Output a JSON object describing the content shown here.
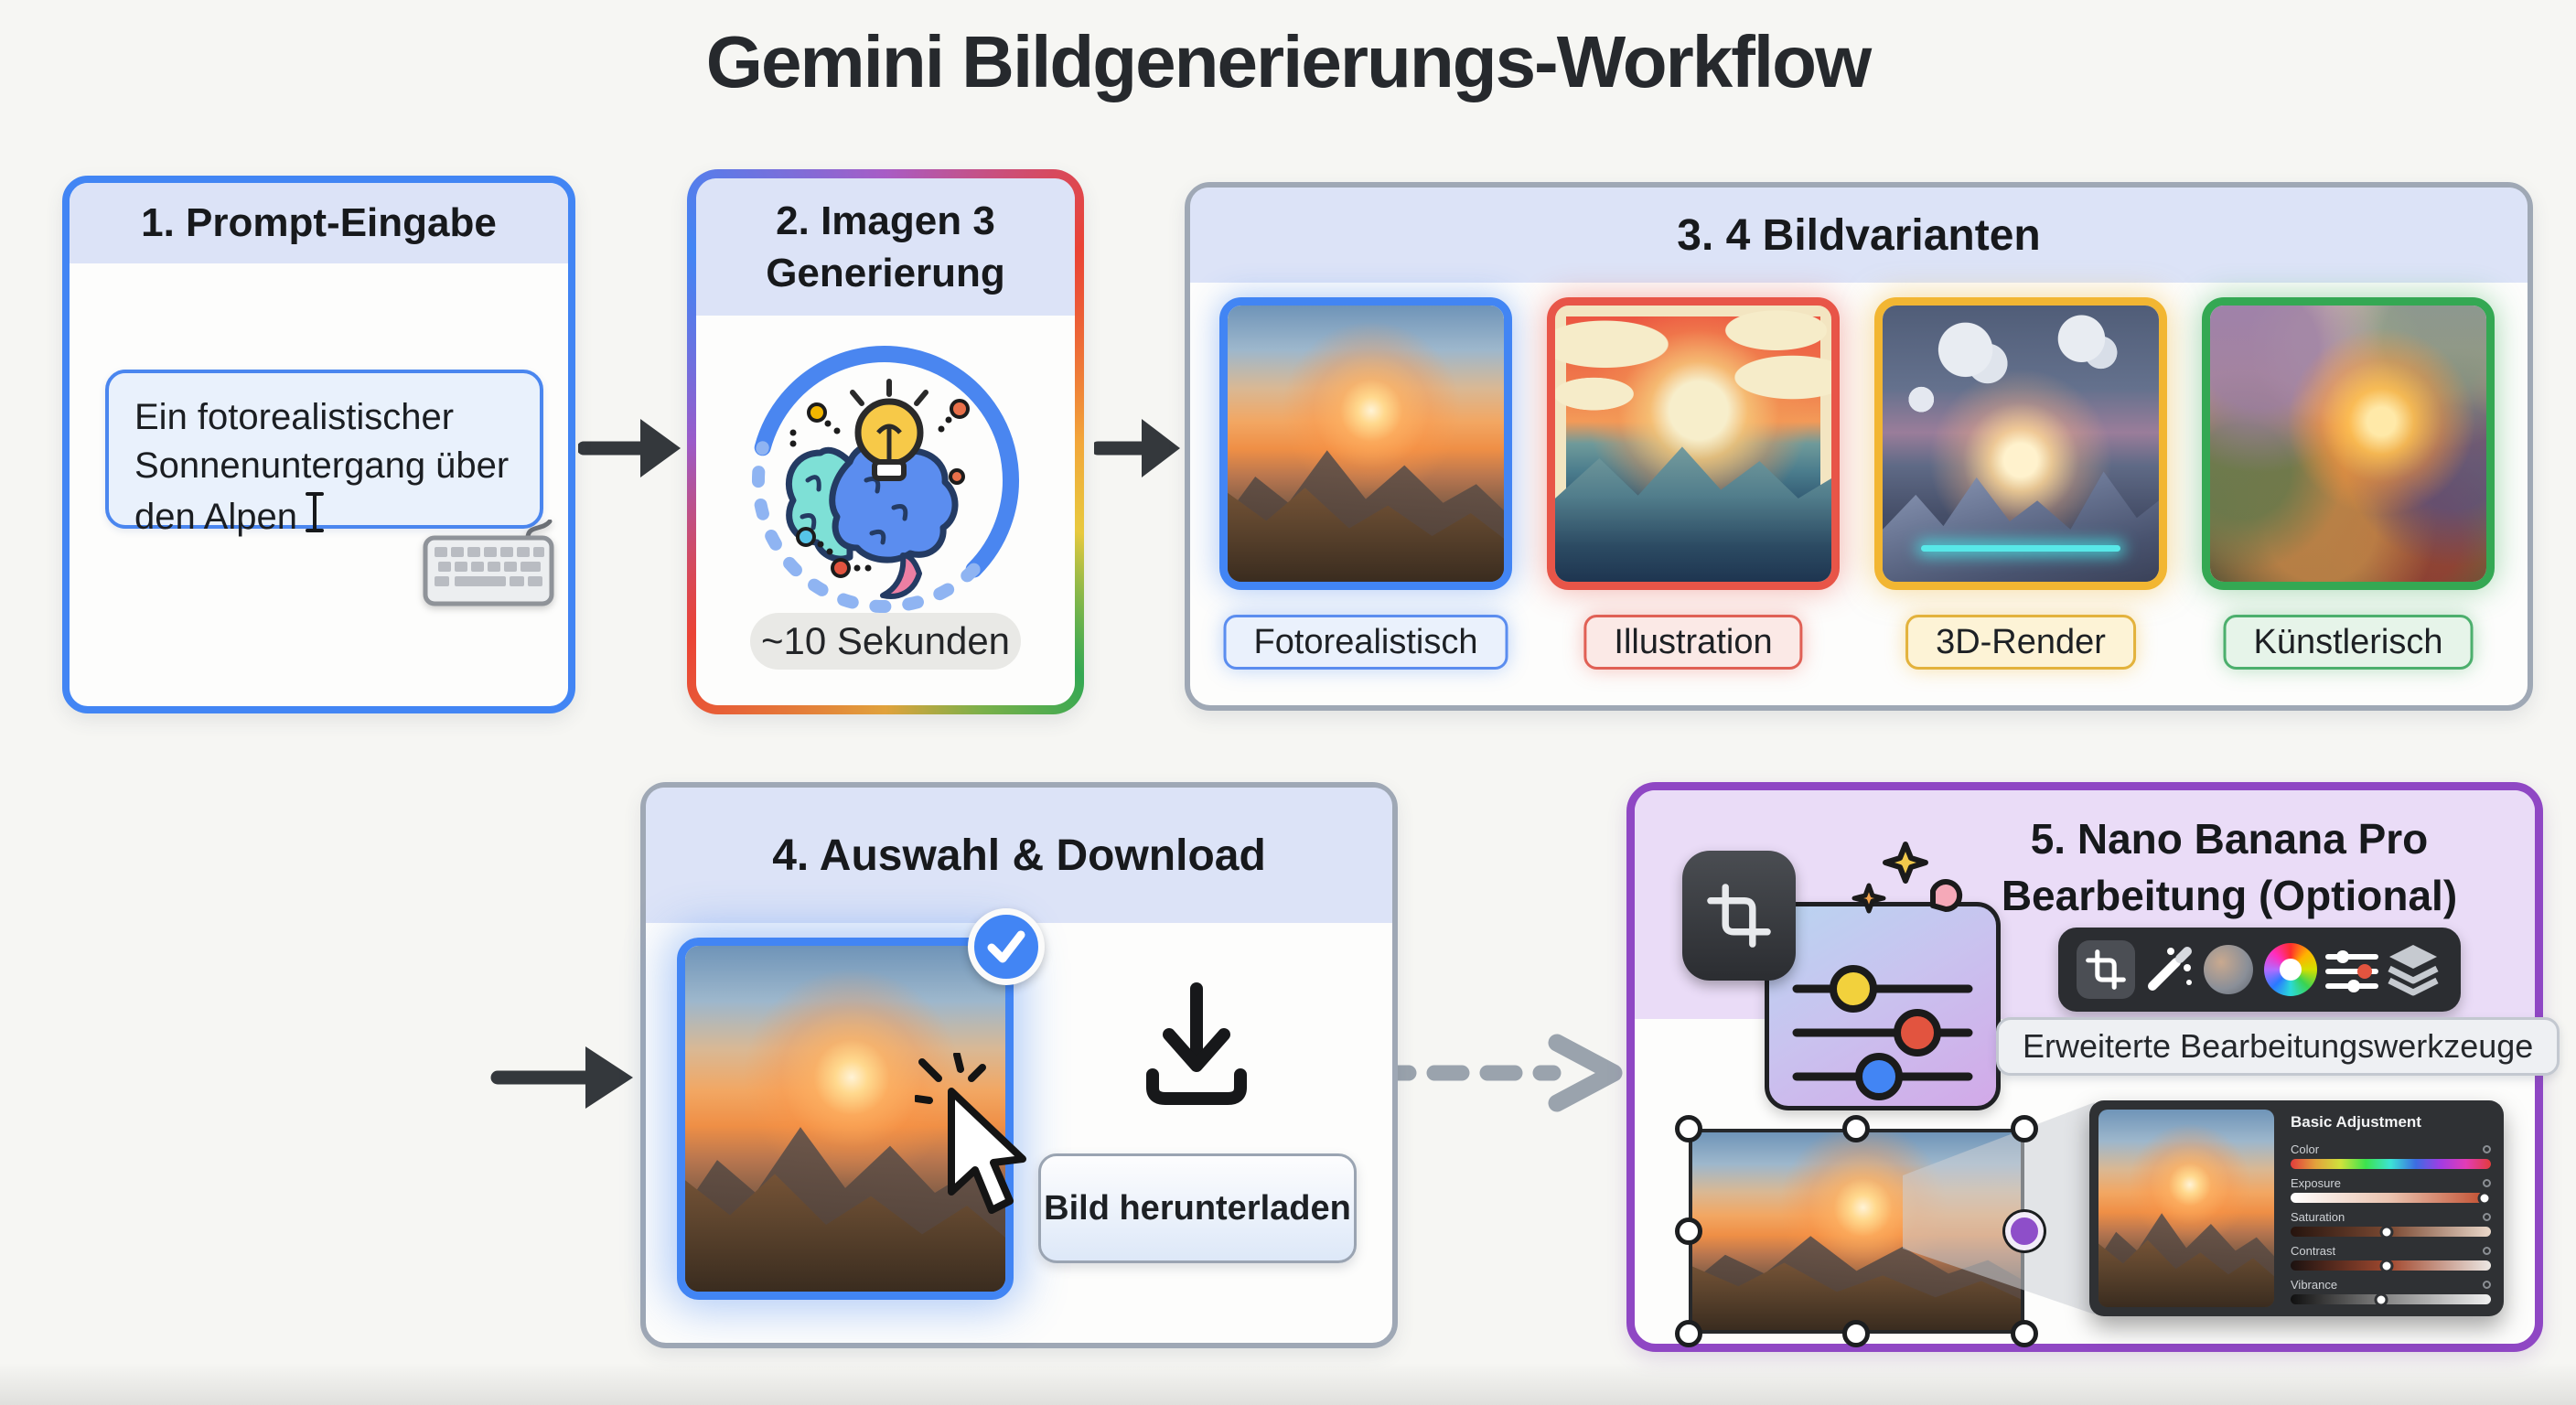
{
  "page": {
    "title": "Gemini Bildgenerierungs-Workflow",
    "background_color": "#f6f6f3"
  },
  "palette": {
    "blue": "#4285f4",
    "red": "#e85548",
    "yellow": "#f2b632",
    "green": "#34a853",
    "purple": "#8f47c4",
    "arrow_dark": "#34383c",
    "arrow_dashed": "#9aa3ad",
    "header_fill": "#dce3f7",
    "purple_header_fill": "#eadcf7"
  },
  "step1": {
    "title": "1. Prompt-Eingabe",
    "prompt_text": "Ein fotorealistischer Sonnenuntergang über den Alpen",
    "icons": [
      "text-cursor-icon",
      "keyboard-icon"
    ]
  },
  "step2": {
    "title_line1": "2. Imagen 3",
    "title_line2": "Generierung",
    "duration_label": "~10 Sekunden",
    "icons": [
      "progress-ring-icon",
      "brain-icon",
      "lightbulb-icon"
    ]
  },
  "step3": {
    "title": "3. 4 Bildvarianten",
    "variants": [
      {
        "label": "Fotorealistisch",
        "border_color": "#4285f4",
        "style": "photorealistic mountain sunset photo"
      },
      {
        "label": "Illustration",
        "border_color": "#e85548",
        "style": "retro flat poster, sun over mountains and pines"
      },
      {
        "label": "3D-Render",
        "border_color": "#f2b632",
        "style": "low-poly 3D mountains with neon line"
      },
      {
        "label": "Künstlerisch",
        "border_color": "#34a853",
        "style": "impressionist painted sunset"
      }
    ]
  },
  "step4": {
    "title": "4. Auswahl & Download",
    "download_button_label": "Bild herunterladen",
    "icons": [
      "checkmark-badge-icon",
      "cursor-click-icon",
      "download-icon"
    ]
  },
  "step5": {
    "title_line1": "5. Nano Banana Pro",
    "title_line2": "Bearbeitung (Optional)",
    "tools_label": "Erweiterte Bearbeitungswerkzeuge",
    "toolbar_icons": [
      "crop-icon",
      "magic-wand-icon",
      "gradient-sphere-icon",
      "color-wheel-icon",
      "adjust-sliders-icon",
      "layers-icon"
    ],
    "editor_panel": {
      "title": "Basic Adjustment",
      "sliders": [
        {
          "label": "Color",
          "track": "rainbow",
          "knob": null
        },
        {
          "label": "Exposure",
          "track": "white-to-red",
          "knob": 0.97
        },
        {
          "label": "Saturation",
          "track": "dark-to-light",
          "knob": 0.48
        },
        {
          "label": "Contrast",
          "track": "dark-red-to-white",
          "knob": 0.48
        },
        {
          "label": "Vibrance",
          "track": "black-to-white",
          "knob": 0.45
        }
      ]
    }
  }
}
